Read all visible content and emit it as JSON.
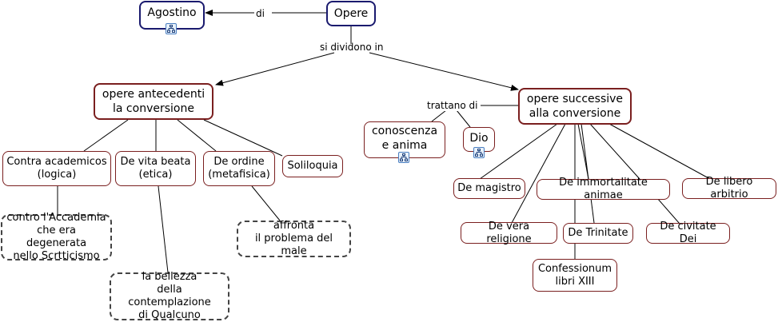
{
  "nodes": {
    "agostino": "Agostino",
    "opere": "Opere",
    "antecedenti": "opere antecedenti\nla conversione",
    "successive": "opere successive\nalla conversione",
    "contra": "Contra academicos\n(logica)",
    "vita": "De vita beata\n(etica)",
    "ordine": "De ordine\n(metafisica)",
    "soliloquia": "Soliloquia",
    "contro": "contro l'Accademia\nche era degenerata\nnello Scrtticismo",
    "bellezza": "la bellezza\ndella contemplazione\ndi Qualcuno",
    "affronta": "affronta\nil problema del male",
    "conoscenza": "conoscenza\ne anima",
    "dio": "Dio",
    "magistro": "De magistro",
    "immortalitate": "De immortalitate animae",
    "libero": "De libero arbitrio",
    "vera": "De vera religione",
    "trinitate": "De Trinitate",
    "civitate": "De civitate Dei",
    "confessionum": "Confessionum\nlibri XIII"
  },
  "links": {
    "di": "di",
    "dividono": "si dividono in",
    "trattano": "trattano di"
  },
  "icons": [
    "submap-icon",
    "submap-icon",
    "submap-icon"
  ]
}
